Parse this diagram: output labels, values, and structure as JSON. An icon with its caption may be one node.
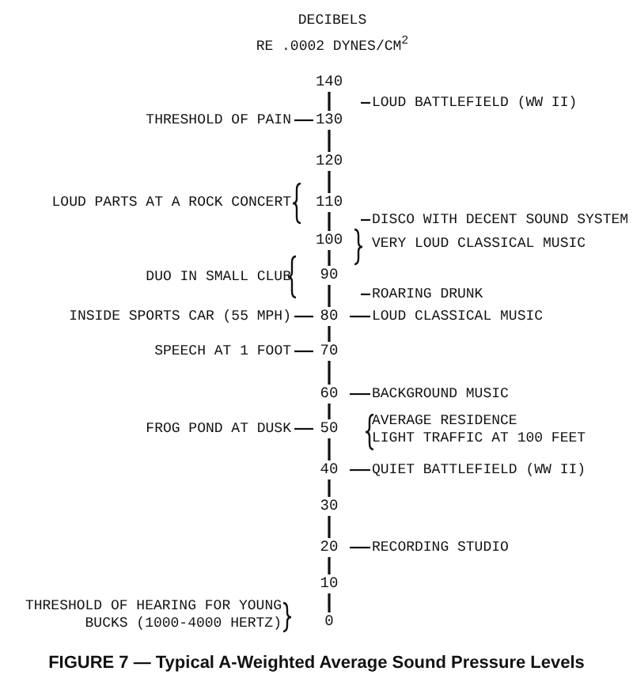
{
  "diagram": {
    "caption": "FIGURE 7 — Typical A-Weighted Average Sound Pressure Levels",
    "nodes": [
      {
        "text": [
          "LOUD BATTLEFIELD (WW II)"
        ]
      },
      {
        "text": [
          "THRESHOLD OF PAIN"
        ]
      },
      {
        "text": [
          "LOUD PARTS AT A ROCK CONCERT"
        ]
      },
      {
        "text": [
          "DISCO WITH DECENT SOUND SYSTEM"
        ]
      },
      {
        "text": [
          "VERY LOUD CLASSICAL MUSIC"
        ]
      },
      {
        "text": [
          "DUO IN SMALL CLUB"
        ]
      },
      {
        "text": [
          "ROARING DRUNK"
        ]
      },
      {
        "text": [
          "INSIDE SPORTS CAR (55 MPH)"
        ]
      },
      {
        "text": [
          "LOUD CLASSICAL MUSIC"
        ]
      },
      {
        "text": [
          "SPEECH AT 1 FOOT"
        ]
      },
      {
        "text": [
          "BACKGROUND MUSIC"
        ]
      },
      {
        "text": [
          "AVERAGE RESIDENCE"
        ]
      },
      {
        "text": [
          "FROG POND AT DUSK"
        ]
      },
      {
        "text": [
          "LIGHT TRAFFIC AT 100 FEET"
        ]
      },
      {
        "text": [
          "QUIET BATTLEFIELD (WW II)"
        ]
      },
      {
        "text": [
          "RECORDING STUDIO"
        ]
      },
      {
        "text": [
          "THRESHOLD OF HEARING FOR YOUNG BUCKS (1000-4000 HERTZ)"
        ]
      },
      {
        "text": [
          "140"
        ]
      },
      {
        "text": [
          "130"
        ]
      },
      {
        "text": [
          "120"
        ]
      },
      {
        "text": [
          "110"
        ]
      },
      {
        "text": [
          "100"
        ]
      },
      {
        "text": [
          "90"
        ]
      },
      {
        "text": [
          "80"
        ]
      },
      {
        "text": [
          "70"
        ]
      },
      {
        "text": [
          "60"
        ]
      },
      {
        "text": [
          "50"
        ]
      },
      {
        "text": [
          "40"
        ]
      },
      {
        "text": [
          "30"
        ]
      },
      {
        "text": [
          "20"
        ]
      },
      {
        "text": [
          "10"
        ]
      },
      {
        "text": [
          "0"
        ]
      }
    ],
    "edges": [
      {
        "from": 0,
        "to": null,
        "arrow": "none"
      },
      {
        "from": 1,
        "to": 18,
        "arrow": "none"
      },
      {
        "from": 3,
        "to": null,
        "arrow": "none"
      },
      {
        "from": 6,
        "to": null,
        "arrow": "none"
      },
      {
        "from": 7,
        "to": 23,
        "arrow": "none"
      },
      {
        "from": 8,
        "to": 23,
        "arrow": "none"
      },
      {
        "from": 9,
        "to": 24,
        "arrow": "none"
      },
      {
        "from": 10,
        "to": 25,
        "arrow": "none"
      },
      {
        "from": 12,
        "to": 26,
        "arrow": "none"
      },
      {
        "from": 14,
        "to": 27,
        "arrow": "none"
      },
      {
        "from": 15,
        "to": 29,
        "arrow": "none"
      }
    ],
    "labels": [
      "DECIBELS",
      "RE .0002 DYNES/CM$^{2}$"
    ]
  }
}
